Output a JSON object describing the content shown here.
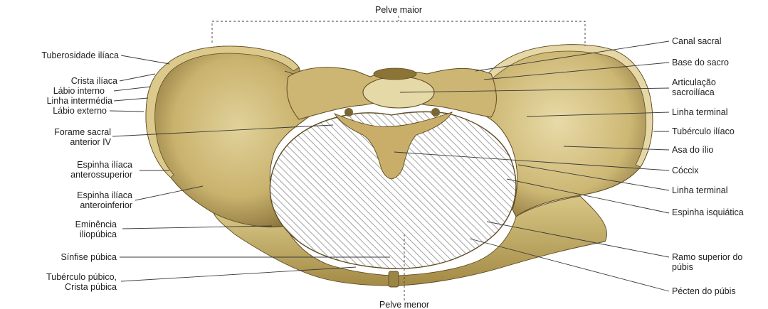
{
  "figure": {
    "top_label": "Pelve maior",
    "bottom_label": "Pelve menor",
    "colors": {
      "bone": "#c9b26d",
      "bone_light": "#e1d29a",
      "bone_shadow": "#6f5a28",
      "hatch": "#8a8a8a",
      "leader": "#3a3a3a"
    }
  },
  "left_labels": [
    {
      "id": "tuberosidade",
      "lines": [
        "Tuberosidade ilíaca"
      ]
    },
    {
      "id": "crista",
      "lines": [
        "Crista ilíaca"
      ]
    },
    {
      "id": "labio-interno",
      "lines": [
        "Lábio interno"
      ]
    },
    {
      "id": "linha-intermedia",
      "lines": [
        "Linha intermédia"
      ]
    },
    {
      "id": "labio-externo",
      "lines": [
        "Lábio externo"
      ]
    },
    {
      "id": "forame",
      "lines": [
        "Forame sacral",
        "anterior IV"
      ]
    },
    {
      "id": "eias",
      "lines": [
        "Espinha ilíaca",
        "anterossuperior"
      ]
    },
    {
      "id": "eiai",
      "lines": [
        "Espinha ilíaca",
        "anteroinferior"
      ]
    },
    {
      "id": "eminencia",
      "lines": [
        "Eminência",
        "iliopúbica"
      ]
    },
    {
      "id": "sinfise",
      "lines": [
        "Sínfise púbica"
      ]
    },
    {
      "id": "tuberculo-pubico",
      "lines": [
        "Tubérculo púbico,",
        "Crista púbica"
      ]
    }
  ],
  "right_labels": [
    {
      "id": "canal",
      "lines": [
        "Canal sacral"
      ]
    },
    {
      "id": "base",
      "lines": [
        "Base do sacro"
      ]
    },
    {
      "id": "articulacao",
      "lines": [
        "Articulação",
        "sacroilíaca"
      ]
    },
    {
      "id": "linha-terminal-1",
      "lines": [
        "Linha terminal"
      ]
    },
    {
      "id": "tuberculo-iliaco",
      "lines": [
        "Tubérculo ilíaco"
      ]
    },
    {
      "id": "asa",
      "lines": [
        "Asa do ílio"
      ]
    },
    {
      "id": "coccix",
      "lines": [
        "Cóccix"
      ]
    },
    {
      "id": "linha-terminal-2",
      "lines": [
        "Linha terminal"
      ]
    },
    {
      "id": "espinha-isquiatica",
      "lines": [
        "Espinha isquiática"
      ]
    },
    {
      "id": "ramo",
      "lines": [
        "Ramo superior do",
        "púbis"
      ]
    },
    {
      "id": "pecten",
      "lines": [
        "Pécten do púbis"
      ]
    }
  ]
}
